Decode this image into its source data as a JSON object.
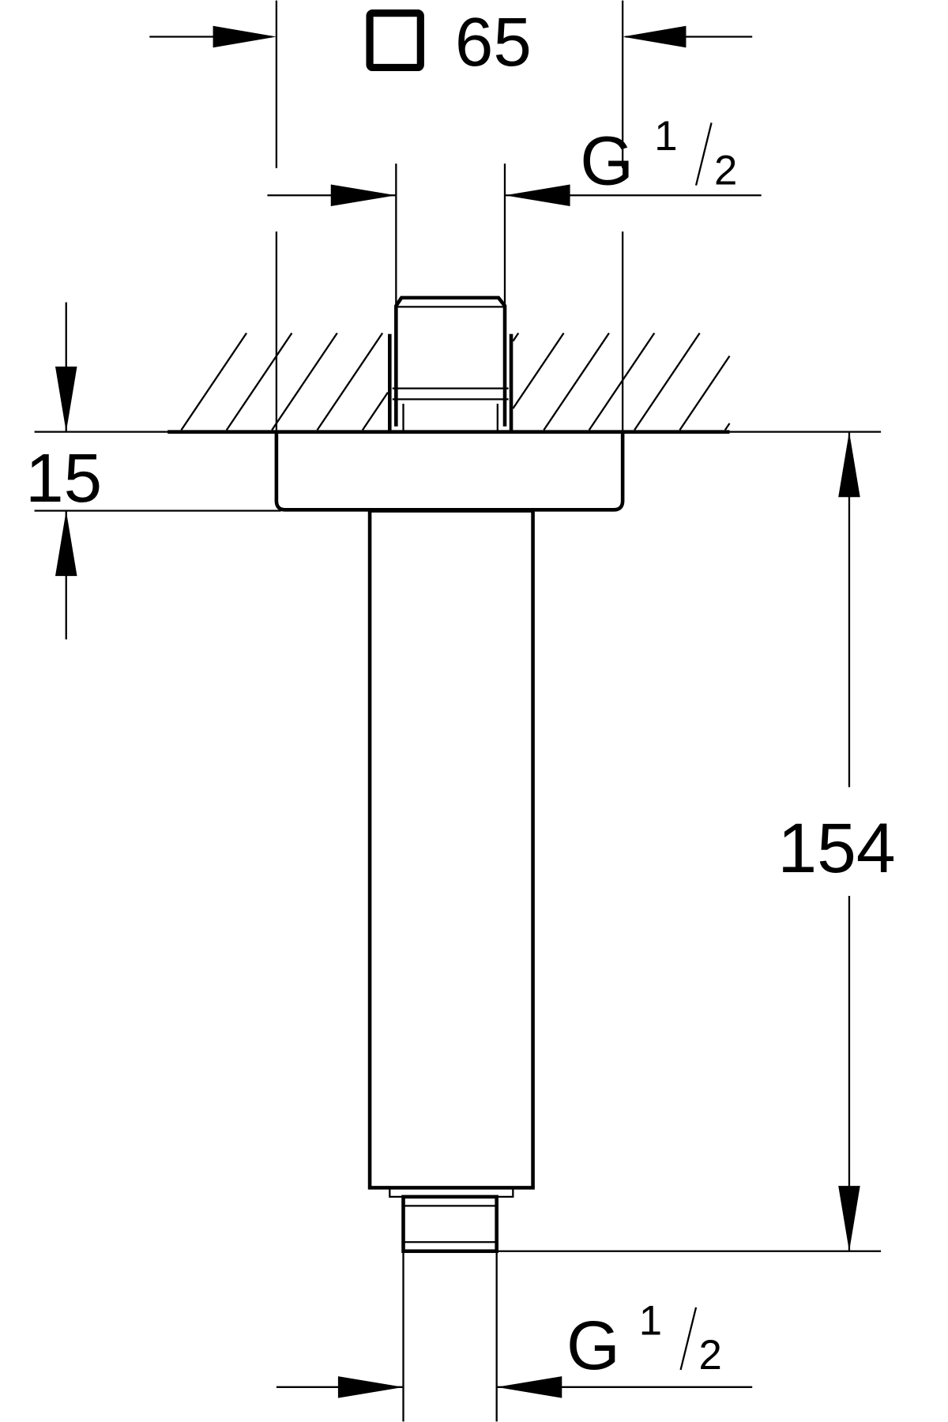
{
  "drawing": {
    "width_label": {
      "symbol": "square-icon",
      "value": "65"
    },
    "top_thread": {
      "prefix": "G",
      "numerator": "1",
      "denominator": "2"
    },
    "flange_height": "15",
    "total_length": "154",
    "bottom_thread": {
      "prefix": "G",
      "numerator": "1",
      "denominator": "2"
    },
    "line_color": "#000000"
  }
}
